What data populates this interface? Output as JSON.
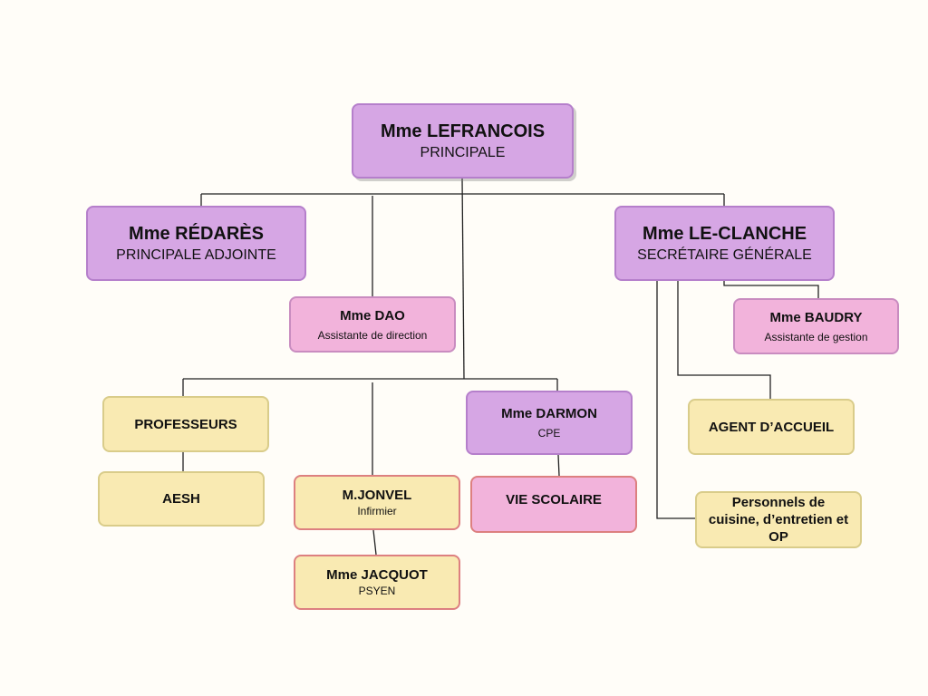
{
  "chart": {
    "principale": {
      "name": "Mme LEFRANCOIS",
      "role": "PRINCIPALE"
    },
    "adjointe": {
      "name": "Mme RÉDARÈS",
      "role": "PRINCIPALE ADJOINTE"
    },
    "secretaire": {
      "name": "Mme LE-CLANCHE",
      "role": "SECRÉTAIRE GÉNÉRALE"
    },
    "dao": {
      "name": "Mme DAO",
      "role": "Assistante de direction"
    },
    "baudry": {
      "name": "Mme BAUDRY",
      "role": "Assistante de gestion"
    },
    "professeurs": {
      "name": "PROFESSEURS"
    },
    "aesh": {
      "name": "AESH"
    },
    "jonvel": {
      "name": "M.JONVEL",
      "role": "Infirmier"
    },
    "jacquot": {
      "name": "Mme JACQUOT",
      "role": "PSYEN"
    },
    "darmon": {
      "name": "Mme DARMON",
      "role": "CPE"
    },
    "vie_scolaire": {
      "name": "VIE SCOLAIRE"
    },
    "agent_accueil": {
      "name": "AGENT D’ACCUEIL"
    },
    "personnels": {
      "name": "Personnels de cuisine, d’entretien et OP"
    }
  },
  "colors": {
    "purple": "#d6a6e4",
    "pink": "#f2b3db",
    "yellow": "#f9eab2",
    "connector": "#222222"
  }
}
